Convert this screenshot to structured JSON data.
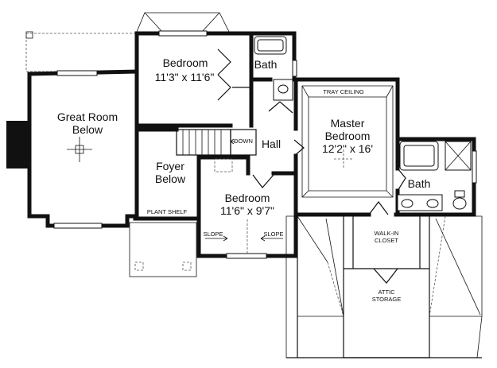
{
  "rooms": {
    "bedroom_top": {
      "name": "Bedroom",
      "size": "11'3\" x 11'6\""
    },
    "bath_top": {
      "name": "Bath"
    },
    "great_room": {
      "name_line1": "Great Room",
      "name_line2": "Below"
    },
    "hall": {
      "name": "Hall"
    },
    "down": {
      "label": "DOWN"
    },
    "foyer": {
      "name_line1": "Foyer",
      "name_line2": "Below"
    },
    "plant_shelf": {
      "label": "PLANT SHELF"
    },
    "bedroom_bottom": {
      "name": "Bedroom",
      "size": "11'6\" x 9'7\""
    },
    "slope_left": {
      "label": "SLOPE"
    },
    "slope_right": {
      "label": "SLOPE"
    },
    "master_bedroom": {
      "name_line1": "Master",
      "name_line2": "Bedroom",
      "size": "12'2\" x 16'"
    },
    "tray_ceiling": {
      "label": "TRAY CEILING"
    },
    "bath_master": {
      "name": "Bath"
    },
    "walkin_closet": {
      "line1": "WALK-IN",
      "line2": "CLOSET"
    },
    "attic_storage": {
      "line1": "ATTIC",
      "line2": "STORAGE"
    }
  }
}
